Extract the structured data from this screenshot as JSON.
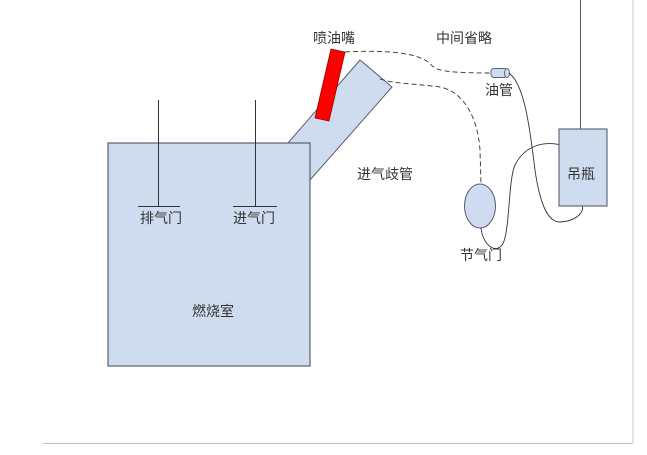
{
  "diagram": {
    "type": "engine fuel system schematic",
    "colors": {
      "fill_light_blue": "#cfdcf0",
      "stroke": "#595f6e",
      "nozzle_red": "#ff0000",
      "line": "#333333",
      "frame": "#c8c8c8"
    },
    "labels": {
      "combustion_chamber": "燃烧室",
      "exhaust_valve": "排气门",
      "intake_valve": "进气门",
      "intake_manifold": "进气歧管",
      "fuel_injector": "喷油嘴",
      "omitted_middle": "中间省略",
      "fuel_pipe": "油管",
      "throttle": "节气门",
      "hanging_bottle": "吊瓶"
    }
  }
}
